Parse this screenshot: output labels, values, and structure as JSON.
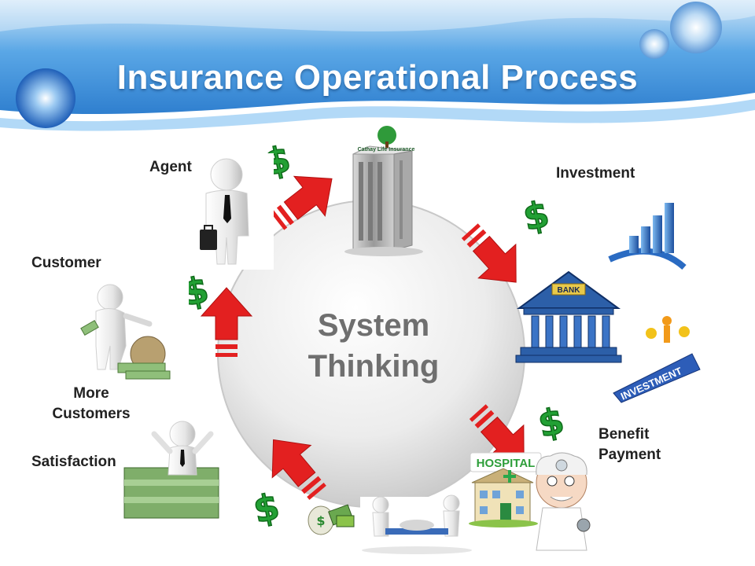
{
  "slide": {
    "title": "Insurance Operational Process",
    "center": {
      "line1": "System",
      "line2": "Thinking"
    },
    "labels": {
      "agent": "Agent",
      "investment": "Investment",
      "customer": "Customer",
      "more_customers_1": "More",
      "more_customers_2": "Customers",
      "satisfaction": "Satisfaction",
      "benefit_1": "Benefit",
      "benefit_2": "Payment"
    },
    "building_caption": "Cathay Life Insurance",
    "bank_sign": "BANK",
    "hospital_sign": "HOSPITAL",
    "invest_sign": "INVESTMENT"
  },
  "colors": {
    "header_blue": "#3a8fd8",
    "arrow_red": "#e32020",
    "dollar_green": "#1e9a2e",
    "circle_gray": "#d9d9d9",
    "bank_blue": "#2c5fa8"
  },
  "icons": [
    "dollar-icon",
    "arrow-icon",
    "person-icon",
    "building-icon",
    "bank-icon",
    "chart-icon",
    "hospital-icon",
    "money-bag-icon"
  ]
}
